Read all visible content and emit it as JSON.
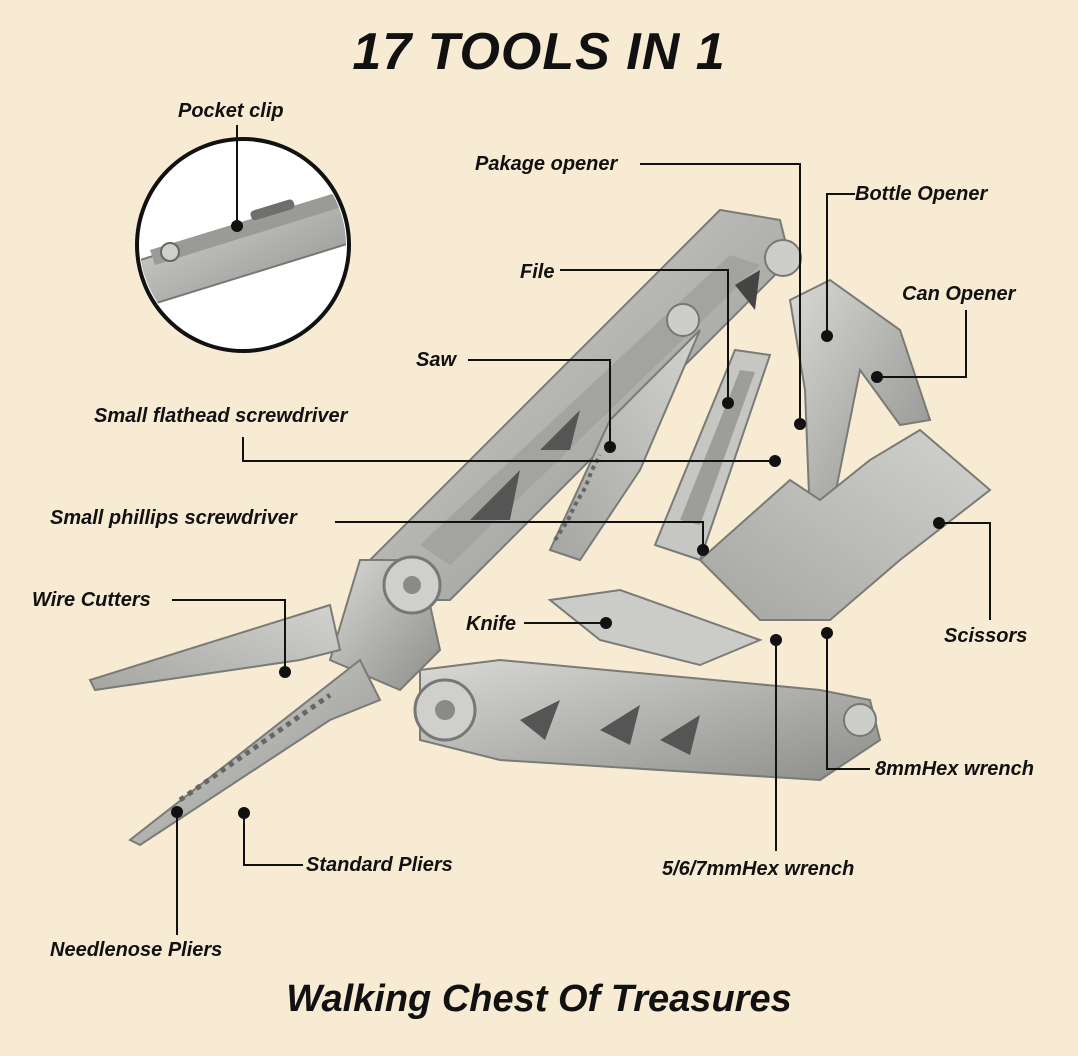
{
  "title": "17 TOOLS IN 1",
  "subtitle": "Walking Chest Of Treasures",
  "labels": {
    "pocket_clip": "Pocket clip",
    "package_opener": "Pakage opener",
    "bottle_opener": "Bottle Opener",
    "file": "File",
    "can_opener": "Can Opener",
    "saw": "Saw",
    "small_flathead": "Small flathead screwdriver",
    "small_phillips": "Small phillips screwdriver",
    "wire_cutters": "Wire Cutters",
    "knife": "Knife",
    "scissors": "Scissors",
    "hex_8mm": "8mmHex wrench",
    "standard_pliers": "Standard Pliers",
    "hex_567": "5/6/7mmHex wrench",
    "needlenose_pliers": "Needlenose Pliers"
  },
  "colors": {
    "background": "#f7ebd3",
    "metal": "#b9b9b6",
    "metal_dark": "#8e8e8b",
    "line": "#111111"
  }
}
